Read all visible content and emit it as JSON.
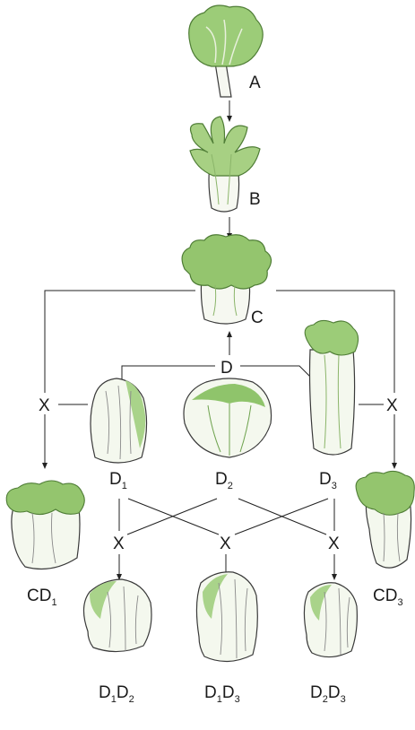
{
  "stages": {
    "a": "A",
    "b": "B",
    "c": "C",
    "d": "D"
  },
  "parents": [
    {
      "base": "D",
      "sub": "1"
    },
    {
      "base": "D",
      "sub": "2"
    },
    {
      "base": "D",
      "sub": "3"
    }
  ],
  "crosses": {
    "symbol": "X"
  },
  "offspring": {
    "cd1": {
      "base": "CD",
      "sub": "1"
    },
    "cd3": {
      "base": "CD",
      "sub": "3"
    },
    "d1d2": {
      "base1": "D",
      "sub1": "1",
      "base2": "D",
      "sub2": "2"
    },
    "d1d3": {
      "base1": "D",
      "sub1": "1",
      "base2": "D",
      "sub2": "3"
    },
    "d2d3": {
      "base1": "D",
      "sub1": "2",
      "base2": "D",
      "sub2": "3"
    }
  },
  "colors": {
    "leaf_green": "#9ccc78",
    "leaf_dark": "#6fa34f",
    "head_pale": "#f2f6ea",
    "line": "#222222"
  }
}
